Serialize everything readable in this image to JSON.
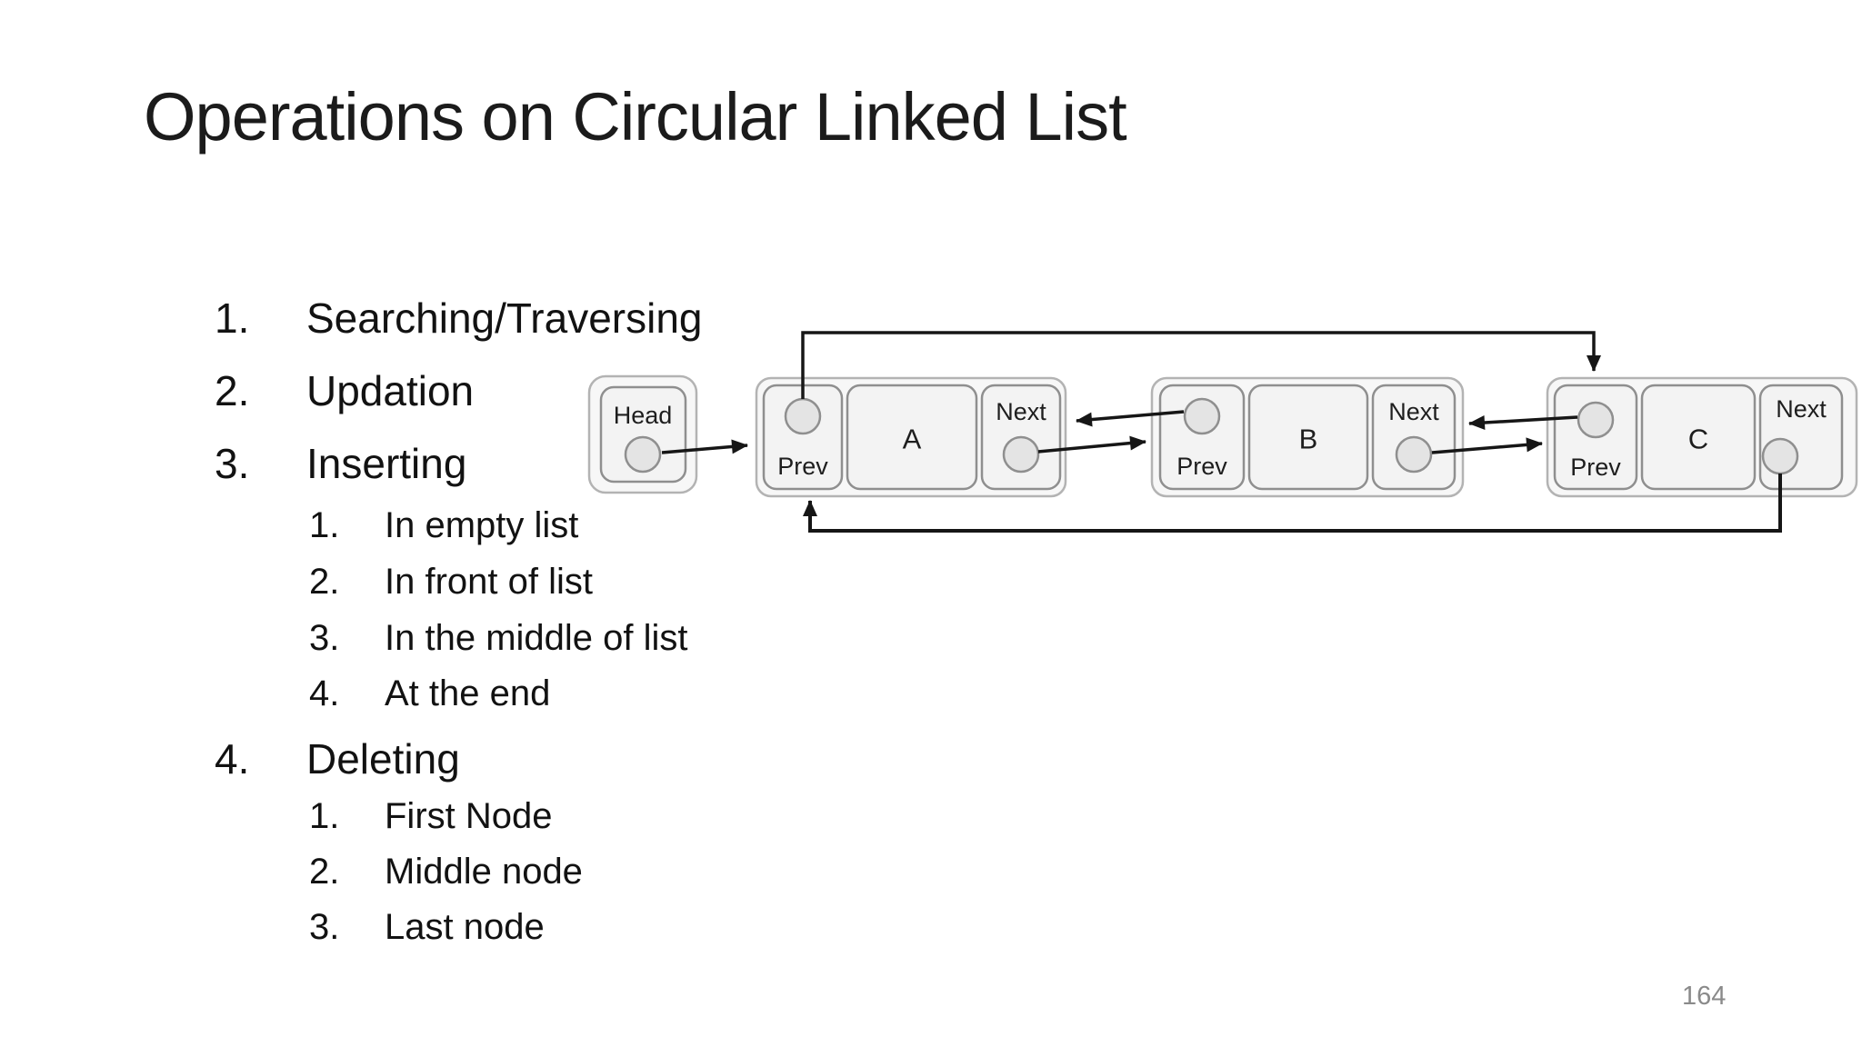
{
  "slide": {
    "title": "Operations on Circular Linked List",
    "page_number": "164"
  },
  "list": {
    "items": [
      {
        "number": "1.",
        "label": "Searching/Traversing",
        "children": []
      },
      {
        "number": "2.",
        "label": "Updation",
        "children": []
      },
      {
        "number": "3.",
        "label": "Inserting",
        "children": [
          {
            "number": "1.",
            "label": "In empty list"
          },
          {
            "number": "2.",
            "label": "In front of list"
          },
          {
            "number": "3.",
            "label": "In the middle of list"
          },
          {
            "number": "4.",
            "label": "At the end"
          }
        ]
      },
      {
        "number": "4.",
        "label": "Deleting",
        "children": [
          {
            "number": "1.",
            "label": "First Node"
          },
          {
            "number": "2.",
            "label": "Middle node"
          },
          {
            "number": "3.",
            "label": "Last node"
          }
        ]
      }
    ]
  },
  "diagram": {
    "head_label": "Head",
    "nodes": [
      {
        "data": "A",
        "prev_label": "Prev",
        "next_label": "Next"
      },
      {
        "data": "B",
        "prev_label": "Prev",
        "next_label": "Next"
      },
      {
        "data": "C",
        "prev_label": "Prev",
        "next_label": "Next"
      }
    ],
    "links": [
      "head -> A.prev",
      "A.prev -> C (top circular)",
      "B.prev -> A.next",
      "A.next -> B.prev",
      "C.prev -> B.next",
      "B.next -> C.prev",
      "C.next -> A (bottom circular)"
    ]
  },
  "colors": {
    "text": "#1a1a1a",
    "muted": "#8a8a8a",
    "diagram_border": "#8f8f8f",
    "diagram_fill": "#f3f3f3",
    "arrow": "#161616"
  }
}
